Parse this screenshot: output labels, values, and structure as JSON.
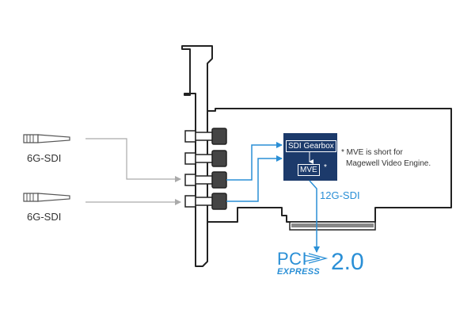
{
  "inputs": [
    {
      "label": "6G-SDI"
    },
    {
      "label": "6G-SDI"
    }
  ],
  "engine": {
    "gearbox_label": "SDI Gearbox",
    "mve_label": "MVE",
    "asterisk": "*"
  },
  "note": {
    "line1": "* MVE is short for",
    "line2": "Magewell Video Engine."
  },
  "output": {
    "label": "12G-SDI"
  },
  "bus": {
    "pci": "PCI",
    "express": "EXPRESS",
    "version": "2.0"
  },
  "colors": {
    "accent_blue": "#2a8fd6",
    "engine_box": "#1c3a6b",
    "board_outline": "#222222",
    "arrow_gray": "#aaaaaa",
    "connector_fill": "#444444"
  },
  "icons": [
    "sdi-cable-icon",
    "arrow-icon",
    "pci-express-logo"
  ]
}
